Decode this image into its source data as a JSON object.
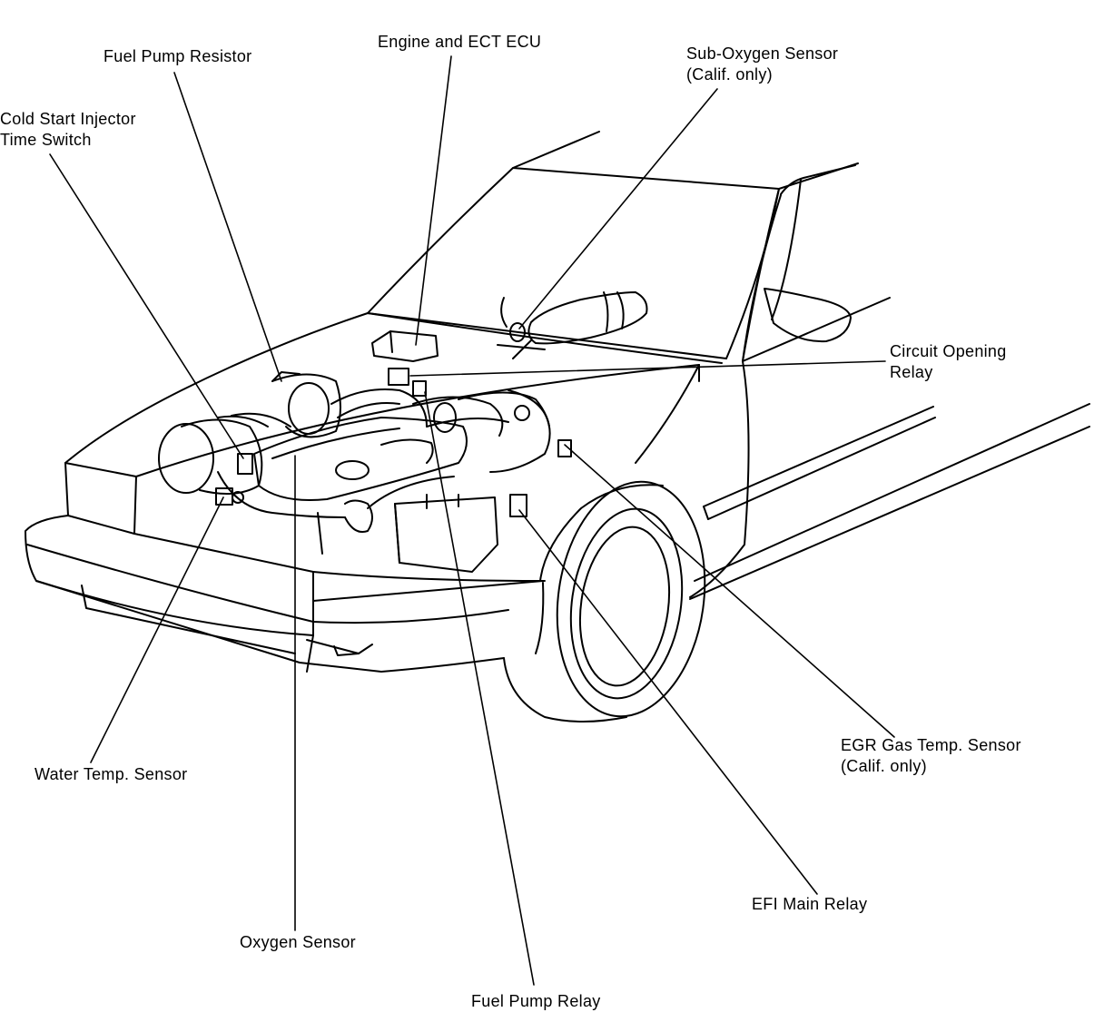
{
  "labels": {
    "fuel_pump_resistor": "Fuel Pump Resistor",
    "engine_ect_ecu": "Engine and ECT ECU",
    "sub_oxygen_sensor_line1": "Sub-Oxygen Sensor",
    "sub_oxygen_sensor_line2": "(Calif. only)",
    "cold_start_line1": "Cold Start Injector",
    "cold_start_line2": "Time Switch",
    "circuit_opening_line1": "Circuit Opening",
    "circuit_opening_line2": "Relay",
    "egr_line1": "EGR Gas Temp. Sensor",
    "egr_line2": "(Calif. only)",
    "water_temp_sensor": "Water Temp. Sensor",
    "efi_main_relay": "EFI Main Relay",
    "oxygen_sensor": "Oxygen Sensor",
    "fuel_pump_relay": "Fuel Pump Relay"
  },
  "colors": {
    "ink": "#000000",
    "paper": "#ffffff"
  }
}
